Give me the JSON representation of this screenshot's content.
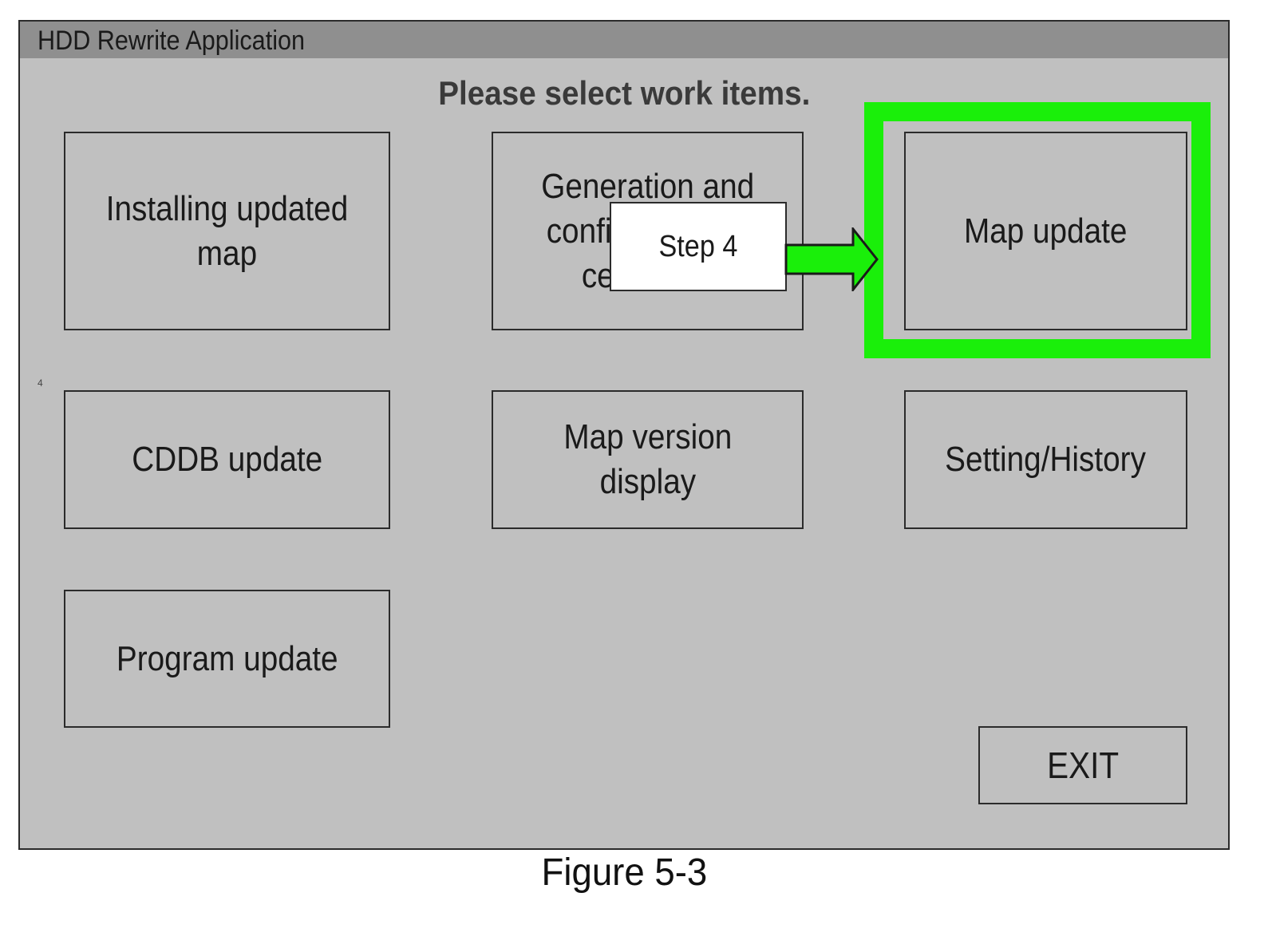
{
  "window": {
    "title": "HDD Rewrite Application"
  },
  "main": {
    "prompt": "Please select work items.",
    "buttons": {
      "installing_map": "Installing updated\nmap",
      "generation_cert": "Generation and\nconfirmation of\ncertificate",
      "map_update": "Map update",
      "cddb_update": "CDDB update",
      "map_version": "Map version\ndisplay",
      "setting_history": "Setting/History",
      "program_update": "Program update",
      "exit": "EXIT"
    },
    "side_mark": "4"
  },
  "annotation": {
    "step_label": "Step 4",
    "highlight_color": "#1aef0a",
    "arrow_color": "#1aef0a"
  },
  "caption": "Figure 5-3"
}
